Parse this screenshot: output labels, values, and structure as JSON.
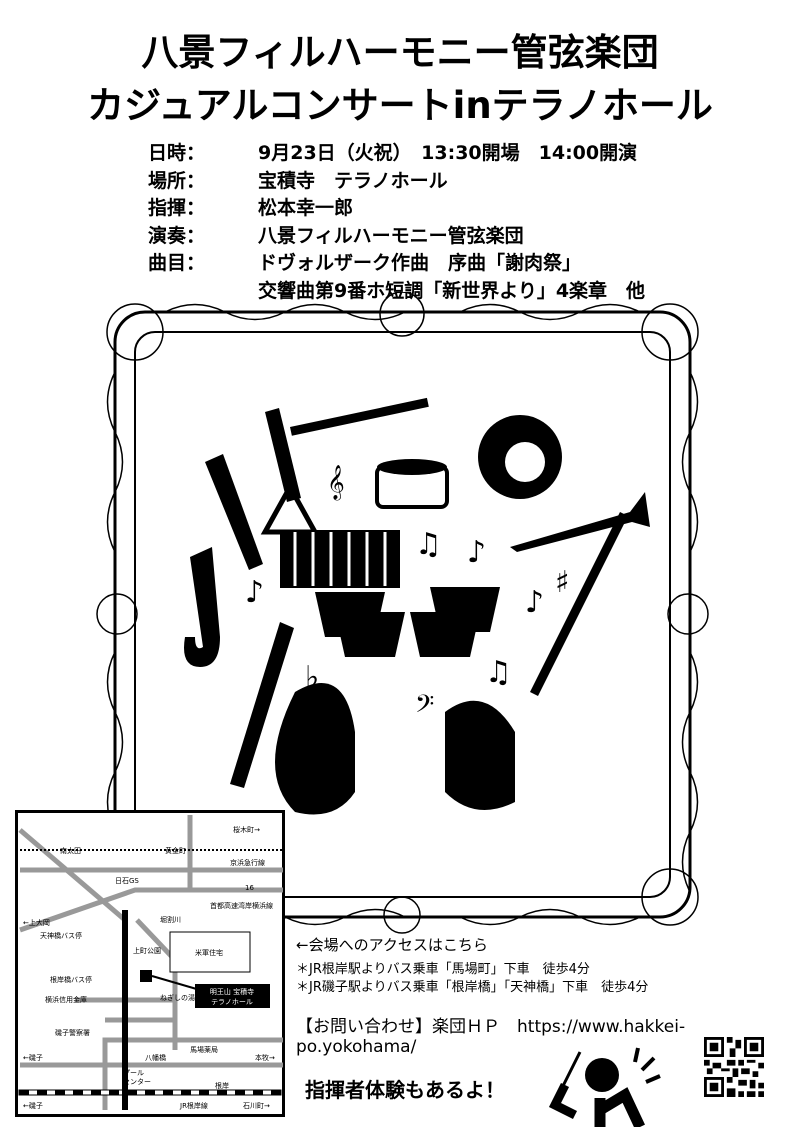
{
  "title": {
    "line1": "八景フィルハーモニー管弦楽団",
    "line2": "カジュアルコンサートinテラノホール"
  },
  "details": [
    {
      "label": "日時：",
      "value": "9月23日（火祝）　13:30開場　14:00開演"
    },
    {
      "label": "場所：",
      "value": "宝積寺　テラノホール"
    },
    {
      "label": "指揮：",
      "value": "松本幸一郎"
    },
    {
      "label": "演奏：",
      "value": "八景フィルハーモニー管弦楽団"
    },
    {
      "label": "曲目：",
      "value": "ドヴォルザーク作曲　序曲「謝肉祭」"
    },
    {
      "label": "",
      "value": "交響曲第9番ホ短調「新世界より」4楽章　他"
    }
  ],
  "map": {
    "labels": {
      "sakuragicho": "桜木町→",
      "minamiota": "南太田",
      "koganecho": "黄金町",
      "keikyu": "京浜急行線",
      "gs": "日石GS",
      "route16": "16",
      "shutoko": "首都高速湾岸横浜線",
      "kamiooka": "←上大岡",
      "horiwari": "堀割川",
      "tenjinbashi": "天神橋バス停",
      "park": "上町公園",
      "beigun": "米軍住宅",
      "negishibashi": "根岸橋バス停",
      "shinkin": "横浜信用金庫",
      "negishinoyu": "ねぎしの湯",
      "venue_line1": "明王山 宝積寺",
      "venue_line2": "テラノホール",
      "police": "磯子警察署",
      "isogo_left": "←磯子",
      "hachimanbashi": "八幡橋",
      "pharmacy": "馬場薬局",
      "honmoku": "本牧→",
      "pool1": "プール",
      "pool2": "センター",
      "negishi_station": "根岸",
      "isogo_bottom": "←磯子",
      "jr_line": "JR根岸線",
      "ishikawacho": "石川町→"
    }
  },
  "access": {
    "heading": "←会場へのアクセスはこちら",
    "notes": [
      "＊JR根岸駅よりバス乗車「馬場町」下車　徒歩4分",
      "＊JR磯子駅よりバス乗車「根岸橋」「天神橋」下車　徒歩4分"
    ]
  },
  "contact": {
    "label": "【お問い合わせ】楽団ＨＰ",
    "url": "https://www.hakkei-po.yokohama/"
  },
  "experience": "指揮者体験もあるよ！"
}
